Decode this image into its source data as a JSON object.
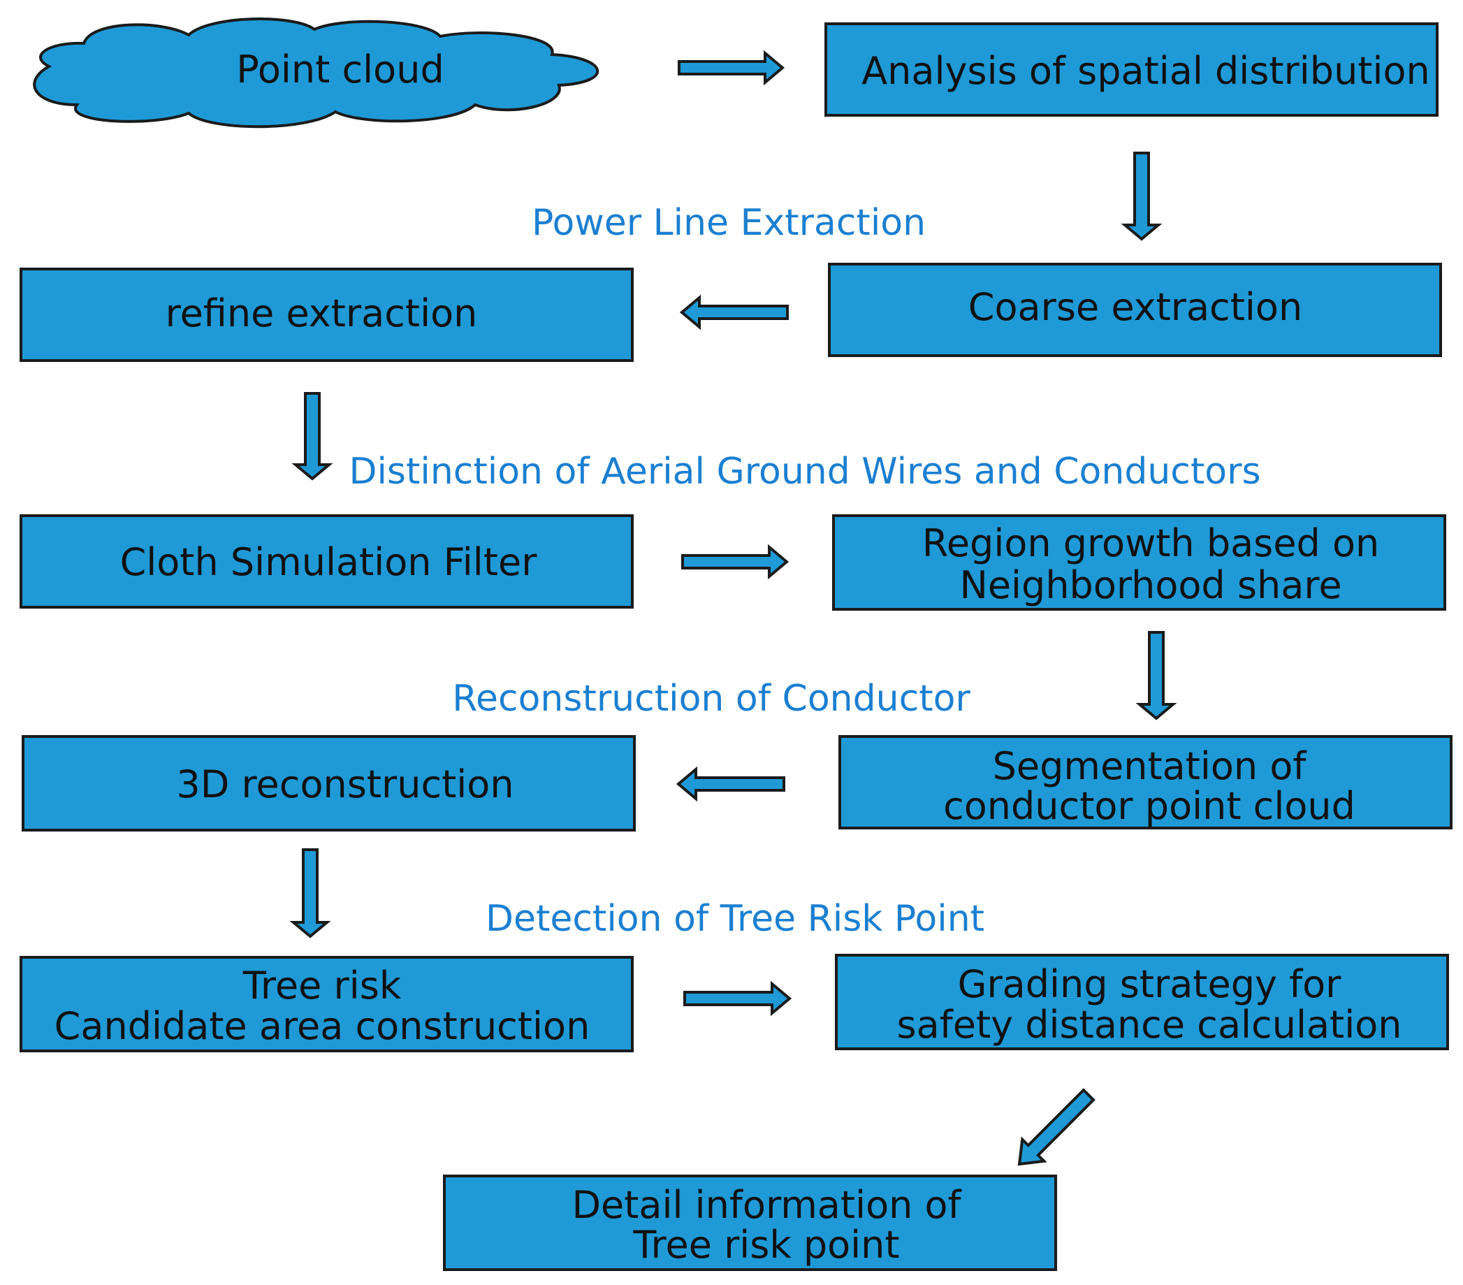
{
  "colors": {
    "box_fill": "#1f9ad6",
    "box_stroke": "#1b1b1b",
    "section_label": "#1b7fd1",
    "text": "#111111"
  },
  "nodes": {
    "point_cloud": "Point cloud",
    "spatial_analysis": "Analysis of spatial distribution",
    "coarse_extraction": "Coarse extraction",
    "refine_extraction": "refine extraction",
    "cloth_filter": "Cloth Simulation Filter",
    "region_growth": [
      "Region growth based on",
      "Neighborhood share"
    ],
    "segmentation": [
      "Segmentation of",
      "conductor point cloud"
    ],
    "reconstruction_3d": "3D reconstruction",
    "tree_risk_candidate": [
      "Tree risk",
      "Candidate area construction"
    ],
    "grading_strategy": [
      "Grading strategy for",
      "safety distance calculation"
    ],
    "detail_info": [
      "Detail information of",
      "Tree risk point"
    ]
  },
  "sections": {
    "power_line": "Power Line Extraction",
    "distinction": "Distinction of Aerial Ground Wires and Conductors",
    "reconstruction": "Reconstruction of Conductor",
    "detection": "Detection of Tree Risk Point"
  }
}
